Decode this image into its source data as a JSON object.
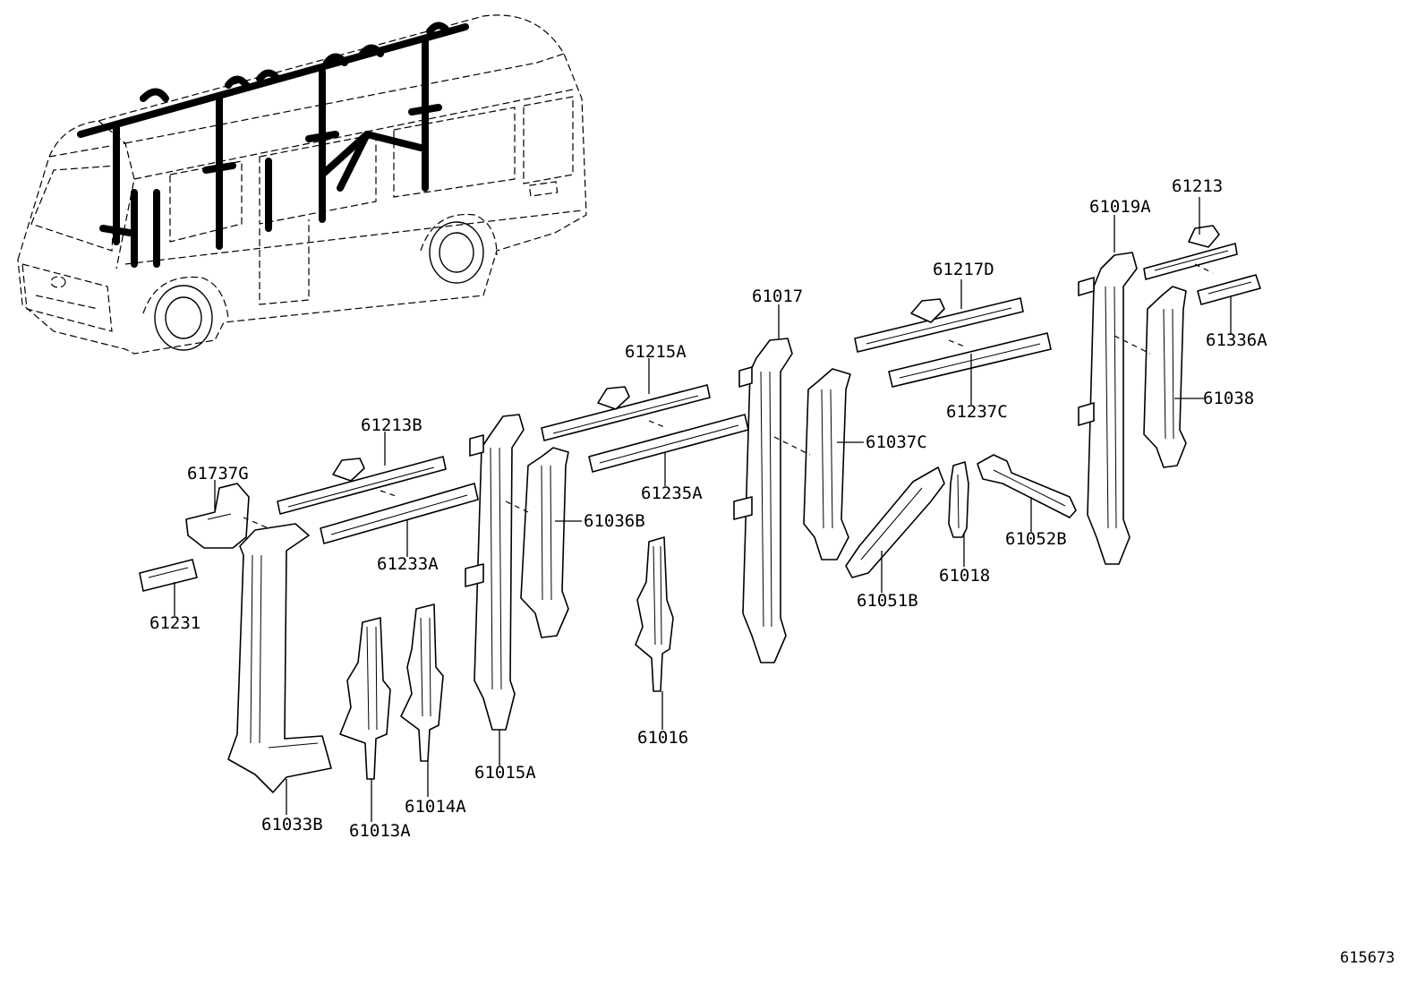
{
  "labels": {
    "p61213": "61213",
    "p61019A": "61019A",
    "p61217D": "61217D",
    "p61017": "61017",
    "p61336A": "61336A",
    "p61215A": "61215A",
    "p61038": "61038",
    "p61237C": "61237C",
    "p61213B": "61213B",
    "p61037C": "61037C",
    "p61737G": "61737G",
    "p61036B": "61036B",
    "p61235A": "61235A",
    "p61052B": "61052B",
    "p61233A": "61233A",
    "p61018": "61018",
    "p61051B": "61051B",
    "p61231": "61231",
    "p61016": "61016",
    "p61015A": "61015A",
    "p61014A": "61014A",
    "p61033B": "61033B",
    "p61013A": "61013A"
  },
  "diagram_code": "615673"
}
